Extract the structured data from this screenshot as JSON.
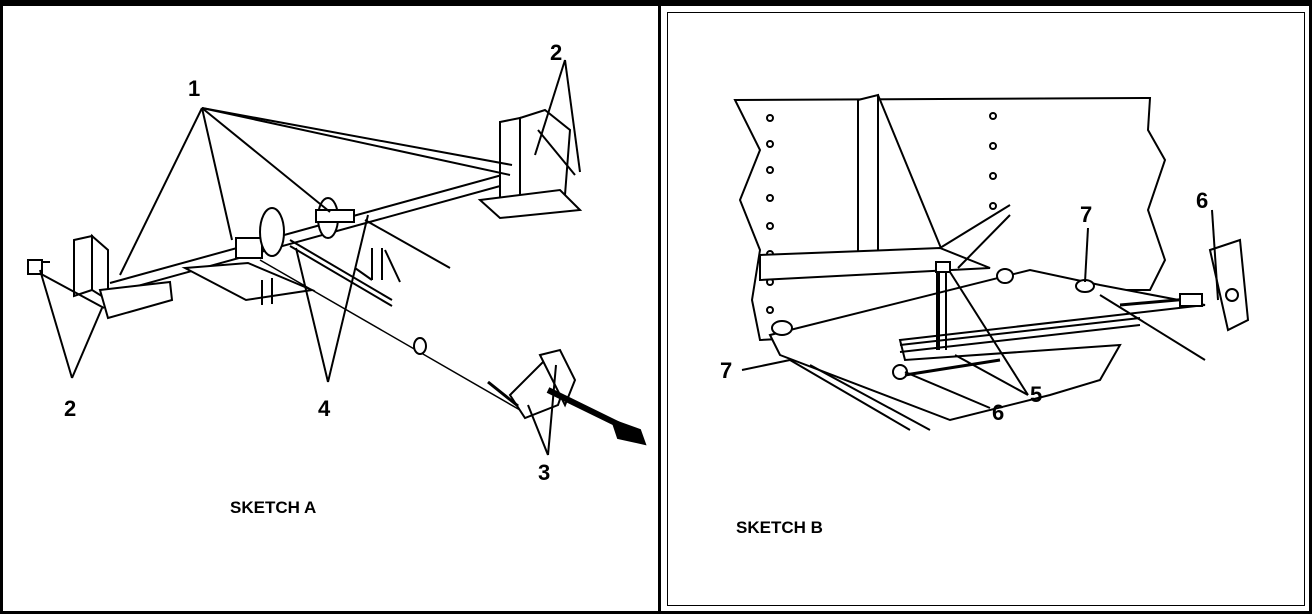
{
  "sketch_a": {
    "caption": "SKETCH A",
    "callouts": {
      "c1": "1",
      "c2_top": "2",
      "c2_bottom": "2",
      "c3": "3",
      "c4": "4"
    }
  },
  "sketch_b": {
    "caption": "SKETCH B",
    "callouts": {
      "c5": "5",
      "c6_right": "6",
      "c6_bottom": "6",
      "c7_left": "7",
      "c7_top": "7"
    }
  }
}
